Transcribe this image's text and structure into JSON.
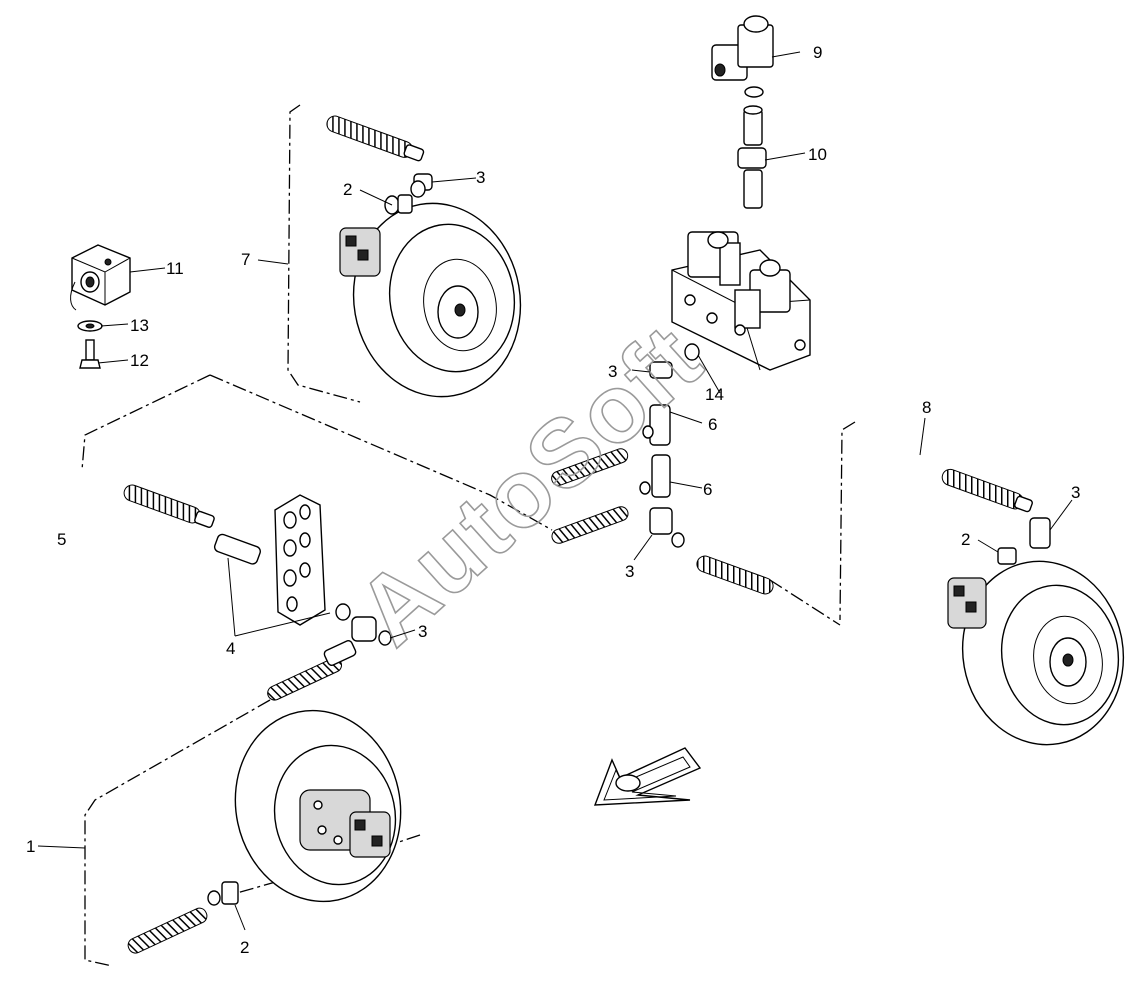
{
  "watermark": "AutoSoft",
  "callouts": [
    "1",
    "2",
    "3",
    "4",
    "5",
    "6",
    "7",
    "8",
    "9",
    "10",
    "11",
    "12",
    "13",
    "14"
  ]
}
